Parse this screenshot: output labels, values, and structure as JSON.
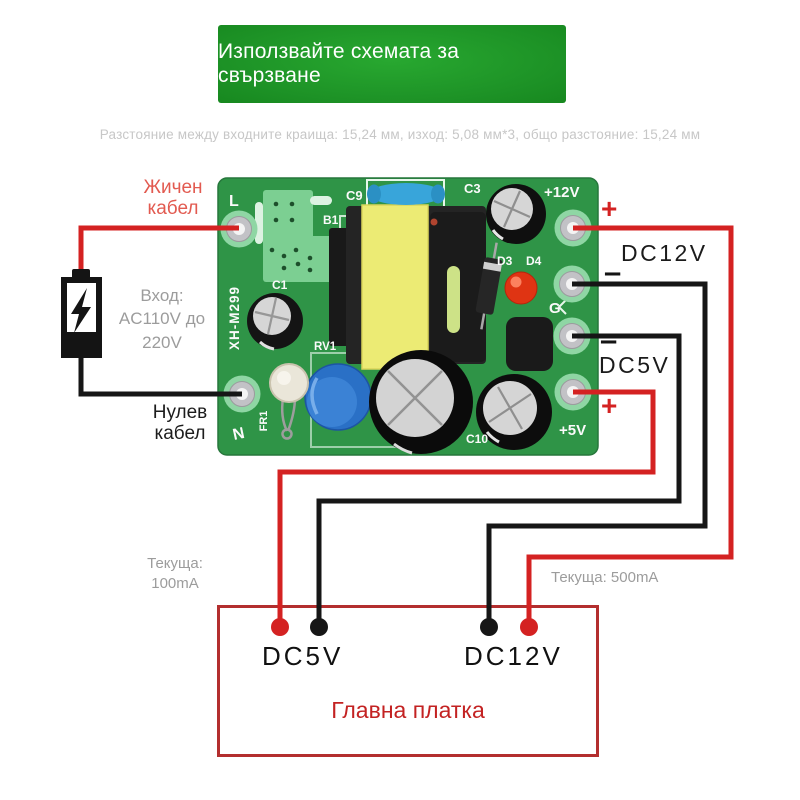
{
  "banner": {
    "title": "Използвайте схемата за свързване"
  },
  "subtitle": "Разстояние между входните краища: 15,24 мм, изход: 5,08 мм*3, общо разстояние: 15,24 мм",
  "source": {
    "live_wire_label": "Жичен кабел",
    "input_label": "Вход: AC110V до 220V",
    "neutral_wire_label": "Нулев кабел"
  },
  "currents": {
    "output_5v": "Текуща: 100mA",
    "output_12v": "Текуща: 500mA"
  },
  "board": {
    "labels": {
      "l": "L",
      "n": "N",
      "model": "XH-M299",
      "c1": "C1",
      "c9": "C9",
      "b1": "B1",
      "c3": "C3",
      "d3": "D3",
      "d4": "D4",
      "g": "G",
      "rv1": "RV1",
      "fr1": "FR1",
      "c10": "C10",
      "plus12v": "+12V",
      "plus5v": "+5V"
    }
  },
  "outputs": {
    "dc12v": {
      "label": "DC12V",
      "plus": "+",
      "minus": "–"
    },
    "dc5v": {
      "label": "DC5V",
      "plus": "+",
      "minus": "–"
    }
  },
  "main_board_box": {
    "dc5v": "DC5V",
    "dc12v": "DC12V",
    "title": "Главна платка"
  },
  "colors": {
    "banner_green": "#1d9226",
    "board_green": "#2f9447",
    "pad_green": "#7ccf92",
    "wire_red": "#d42222",
    "wire_black": "#161616",
    "box_border_red": "#b32e2e",
    "main_board_text_red": "#c32222",
    "label_gray": "#9c9c9c",
    "note_gray": "#c7c7c7",
    "live_label_red": "#e25a50"
  }
}
